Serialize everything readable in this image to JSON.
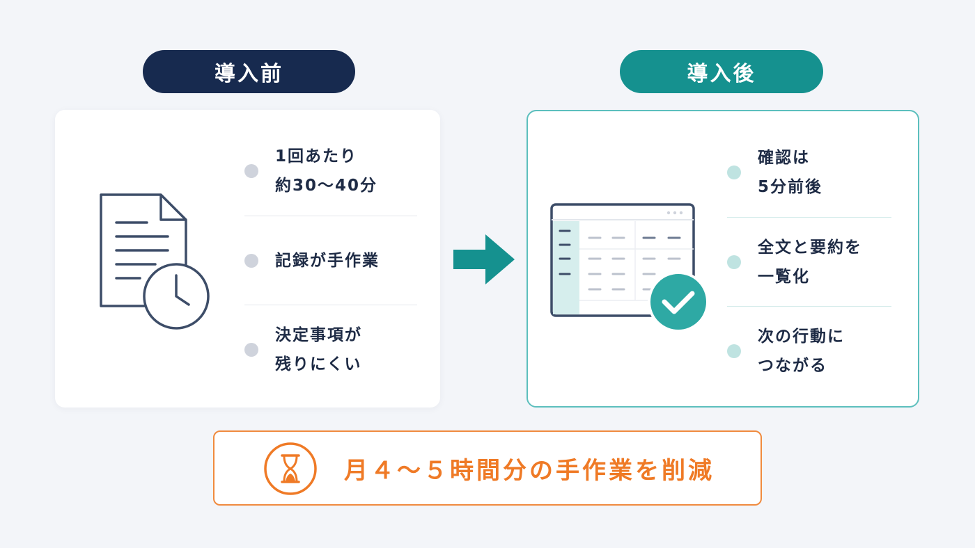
{
  "before": {
    "label": "導入前",
    "items": [
      {
        "text": "1回あたり\n約30〜40分"
      },
      {
        "text": "記録が手作業"
      },
      {
        "text": "決定事項が\n残りにくい"
      }
    ]
  },
  "after": {
    "label": "導入後",
    "items": [
      {
        "text": "確認は\n5分前後"
      },
      {
        "text": "全文と要約を\n一覧化"
      },
      {
        "text": "次の行動に\nつながる"
      }
    ]
  },
  "summary": {
    "text": "月４〜５時間分の手作業を削減"
  },
  "colors": {
    "navy": "#172a4f",
    "teal": "#15918f",
    "orange": "#ef7a26",
    "background": "#f3f5f9"
  },
  "icons": {
    "before": "document-clock-icon",
    "after": "table-check-icon",
    "arrow": "right-arrow-icon",
    "summary": "hourglass-icon"
  }
}
